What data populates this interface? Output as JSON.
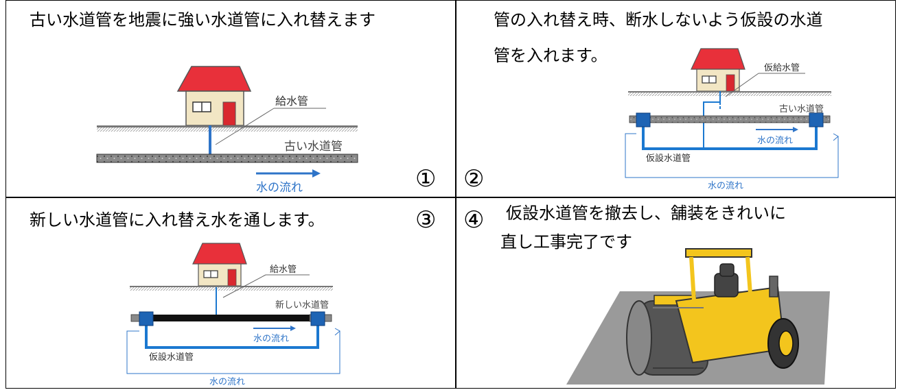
{
  "panels": [
    {
      "number": "①",
      "caption": "古い水道管を地震に強い水道管に入れ替えます",
      "labels": {
        "service_pipe": "給水管",
        "old_pipe": "古い水道管",
        "flow": "水の流れ"
      }
    },
    {
      "number": "②",
      "caption_line1": "管の入れ替え時、断水しないよう仮設の水道",
      "caption_line2": "管を入れます。",
      "labels": {
        "temp_service_pipe": "仮給水管",
        "old_pipe": "古い水道管",
        "flow_inner": "水の流れ",
        "temp_pipe": "仮設水道管",
        "flow_outer": "水の流れ"
      }
    },
    {
      "number": "③",
      "caption": "新しい水道管に入れ替え水を通します。",
      "labels": {
        "service_pipe": "給水管",
        "new_pipe": "新しい水道管",
        "flow_inner": "水の流れ",
        "temp_pipe": "仮設水道管",
        "flow_outer": "水の流れ"
      }
    },
    {
      "number": "④",
      "caption_line1": "仮設水道管を撤去し、舗装をきれいに",
      "caption_line2": "直し工事完了です"
    }
  ],
  "colors": {
    "roof": "#e8303a",
    "wall": "#f2e6c4",
    "door": "#d9282f",
    "water": "#2e74c8",
    "temp_pipe": "#1b78d0",
    "joint": "#1e64b4",
    "roller": "#f3c51d",
    "road": "#9a9a9a"
  },
  "icons": [
    "house-icon",
    "road-roller-icon"
  ]
}
